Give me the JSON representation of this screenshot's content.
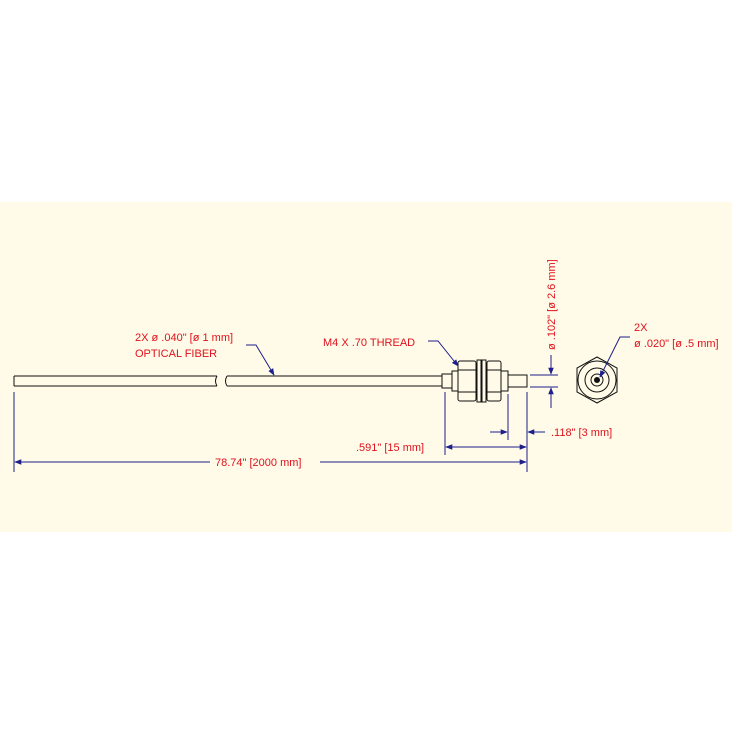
{
  "colors": {
    "background": "#ffffff",
    "drawing_area": "#fffbe8",
    "dimension_text": "#e0101c",
    "dimension_line": "#1c1f8c",
    "part_outline": "#111111"
  },
  "labels": {
    "fiber_qty": "2X ø .040\" [ø 1 mm]",
    "fiber_name": "OPTICAL FIBER",
    "thread": "M4 X .70 THREAD",
    "head_diameter": "ø .102\" [ø 2.6 mm]",
    "end_qty": "2X",
    "end_diameter": "ø .020\" [ø .5 mm]",
    "tip_length": ".118\" [3 mm]",
    "thread_length": ".591\" [15 mm]",
    "total_length": "78.74\" [2000 mm]"
  }
}
